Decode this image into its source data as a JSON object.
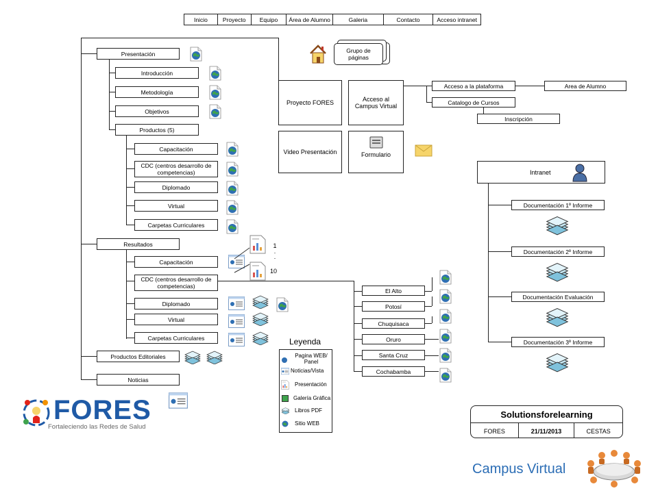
{
  "nav": [
    "Inicio",
    "Proyecto",
    "Equipo",
    "Área de Alumno",
    "Galeria",
    "Contacto",
    "Acceso intranet"
  ],
  "group_label": "Grupo de páginas",
  "tree": {
    "presentacion": "Presentación",
    "introduccion": "Introducción",
    "metodologia": "Metodología",
    "objetivos": "Objetivos",
    "productos": "Productos  (5)",
    "capacitacion": "Capacitación",
    "cdc": "CDC (centros desarrollo de competencias)",
    "diplomado": "Diplomado",
    "virtual": "Virtual",
    "carpetas": "Carpetas Curriculares",
    "resultados": "Resultados",
    "r_capacitacion": "Capacitación",
    "r_cdc": "CDC (centros desarrollo de competencias)",
    "r_diplomado": "Diplomado",
    "r_virtual": "Virtual",
    "r_carpetas": "Carpetas Curriculares",
    "productos_editoriales": "Productos Editoriales",
    "noticias": "Noticias"
  },
  "range_labels": [
    "1",
    ".",
    ".",
    "10"
  ],
  "cities": [
    "El Alto",
    "Potosí",
    "Chuquisaca",
    "Oruro",
    "Santa Cruz",
    "Cochabamba"
  ],
  "center": {
    "proyecto": "Proyecto FORES",
    "acceso": "Acceso al Campus Virtual",
    "video": "Video Presentación",
    "formulario": "Formulario"
  },
  "plataforma": {
    "acceso": "Acceso a la plataforma",
    "area": "Area de Alumno",
    "catalogo": "Catalogo de Cursos",
    "inscripcion": "Inscripción"
  },
  "intranet": {
    "title": "Intranet",
    "docs": [
      "Documentación 1º Informe",
      "Documentación 2º Informe",
      "Documentación Evaluación",
      "Documentación 3º Informe"
    ]
  },
  "legend": {
    "title": "Leyenda",
    "items": [
      "Pagina WEB/ Panel",
      "Noticias/Vista",
      "Presentación",
      "Galería Gráfica",
      "Libros PDF",
      "Sitio WEB"
    ]
  },
  "title_block": {
    "company": "Solutionsforelearning",
    "project": "FORES",
    "date": "21/11/2013",
    "author": "CESTAS"
  },
  "logo": {
    "name": "FORES",
    "tagline": "Fortaleciendo las Redes de Salud"
  },
  "footer": "Campus Virtual",
  "colors": {
    "globe_blue": "#2f6fb3",
    "logo_blue": "#1f5aa6",
    "footer_blue": "#2b6db5",
    "envelope": "#f6d46a"
  },
  "icons": [
    "globe-icon",
    "document-icon",
    "books-icon",
    "house-icon",
    "envelope-icon",
    "form-icon",
    "user-icon",
    "report-icon",
    "people-icon"
  ]
}
